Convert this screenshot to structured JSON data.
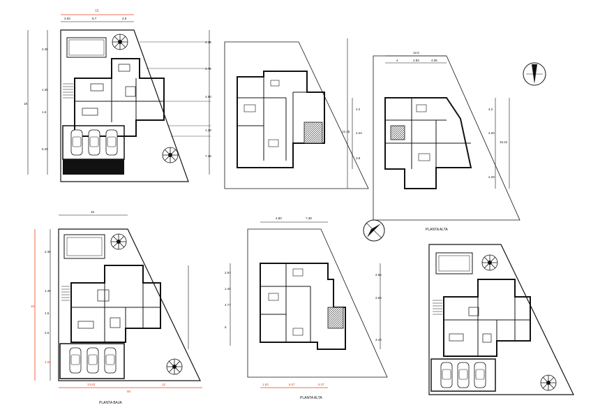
{
  "colors": {
    "line": "#111111",
    "dim_red": "#e8421c",
    "fill_dark": "#111111",
    "wall": "#1a1a1a"
  },
  "sheet": {
    "plan_1": {
      "dims_top": [
        "15",
        "2.63",
        "6.7",
        "2.9"
      ],
      "dims_left": [
        "18",
        "2.45",
        "1.35",
        "1.6",
        "5.29"
      ],
      "dims_right": [
        "4.15",
        "2.75",
        "4.60",
        "1.29",
        "7.25"
      ]
    },
    "plan_2": {
      "dims_right": [
        "12.45"
      ]
    },
    "plan_3": {
      "dims_top": [
        "12.6",
        "4",
        "2.83",
        "4.05"
      ],
      "dims_left": [
        "4.2",
        "4.24",
        "3.8"
      ],
      "dims_right": [
        "4.2",
        "4.20",
        "15.22",
        "2.29"
      ],
      "label": "PLANTA ALTA"
    },
    "plan_4": {
      "dims_top": [
        "15"
      ],
      "dims_left": [
        "18",
        "2.35",
        "1.45",
        "1.6",
        "2.6",
        "4.06"
      ],
      "dims_bottom": [
        "13.63",
        "90",
        "12"
      ],
      "label": "PLANTA BAJA"
    },
    "plan_5": {
      "dims_top": [
        "4.80",
        "7.38"
      ],
      "dims_left": [
        "2.97",
        "1.40",
        "4.77",
        "5"
      ],
      "dims_right": [
        "2.85",
        "2.95",
        "4.40"
      ],
      "dims_bottom": [
        "1.63",
        "6.07",
        "5.37"
      ],
      "label": "PLANTA ALTA"
    },
    "north_icons": [
      "north-arrow-1",
      "north-arrow-2"
    ]
  }
}
